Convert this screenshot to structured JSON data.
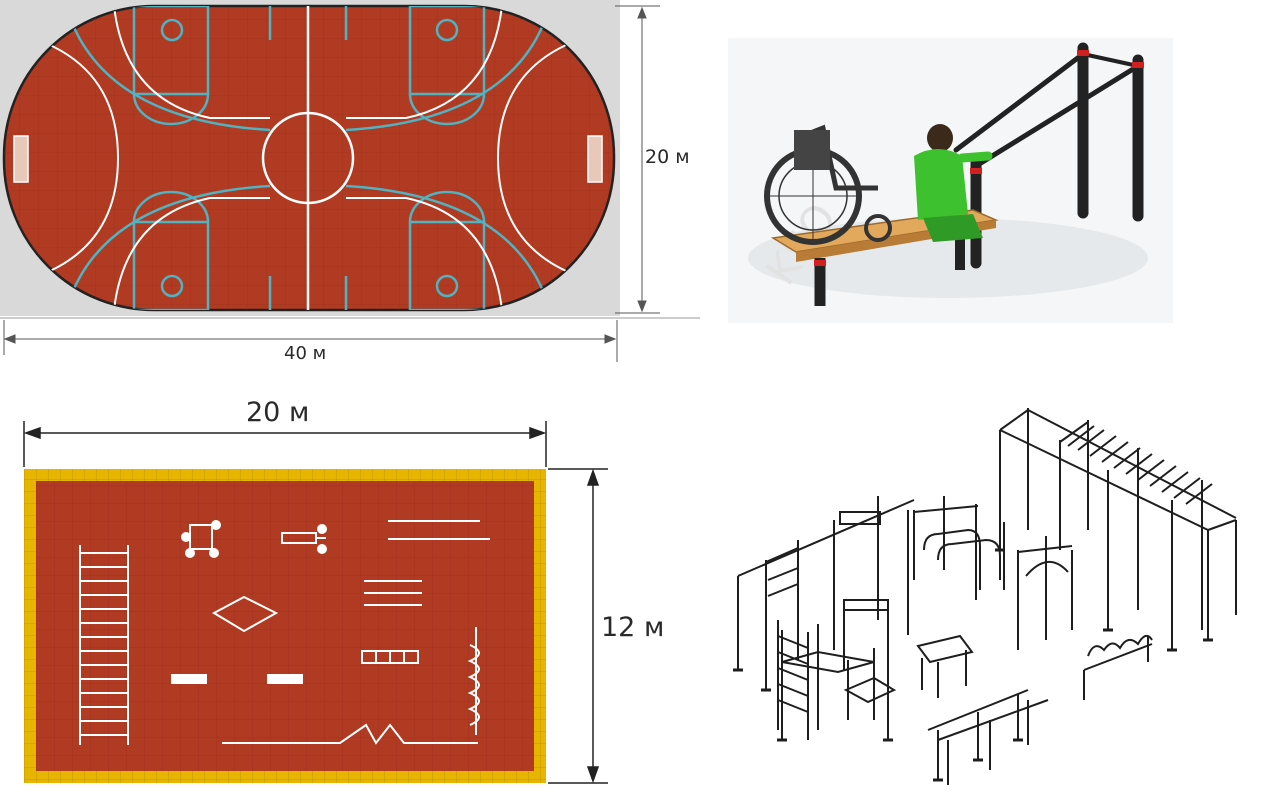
{
  "court_panel": {
    "height_label": "20 м",
    "width_label": "40 м"
  },
  "workout_panel": {
    "width_label": "20 м",
    "height_label": "12 м"
  },
  "colors": {
    "court_surface": "#b13a22",
    "court_lines_blue": "#4fb3c2",
    "border_yellow": "#e7b500",
    "surround_gray": "#d9d9d9",
    "outline_dark": "#222222"
  },
  "accessible_panel": {
    "watermark": "KSO"
  }
}
